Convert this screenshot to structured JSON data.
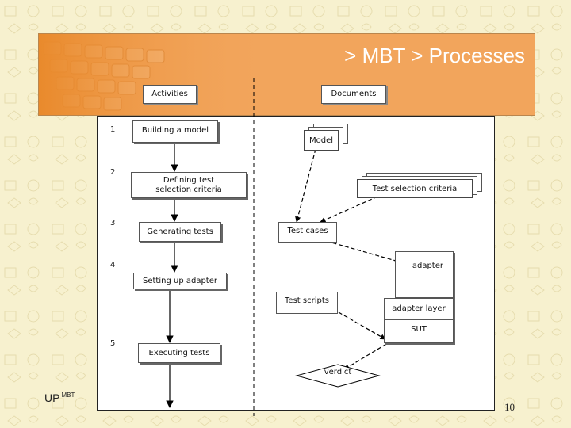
{
  "header": {
    "title": "> MBT > Processes"
  },
  "columns": {
    "activities": "Activities",
    "documents": "Documents"
  },
  "steps": [
    {
      "num": "1",
      "label": "Building a model"
    },
    {
      "num": "2",
      "label": "Defining test selection criteria"
    },
    {
      "num": "3",
      "label": "Generating tests"
    },
    {
      "num": "4",
      "label": "Setting up adapter"
    },
    {
      "num": "5",
      "label": "Executing tests"
    }
  ],
  "documents": {
    "model": "Model",
    "test_selection_criteria": "Test selection criteria",
    "test_cases": "Test cases",
    "adapter": "adapter",
    "test_scripts": "Test scripts",
    "adapter_layer": "adapter layer",
    "sut": "SUT",
    "verdict": "verdict"
  },
  "footer": {
    "logo_main": "UP",
    "logo_sup": "MBT",
    "page_number": "10"
  },
  "colors": {
    "header": "#f2a55c",
    "background": "#f7f1cf"
  }
}
